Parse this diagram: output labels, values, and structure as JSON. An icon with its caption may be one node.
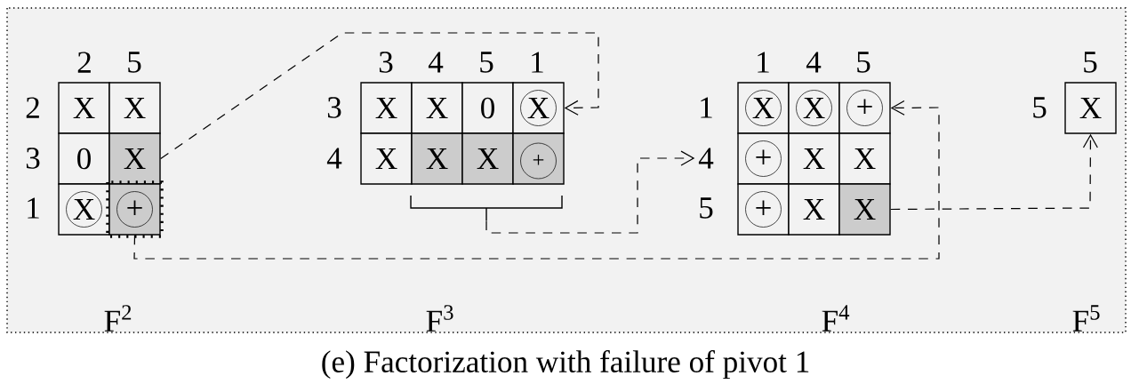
{
  "diagram": {
    "caption": "(e)  Factorization with failure of pivot 1",
    "nodes": [
      {
        "text": [
          "X"
        ]
      },
      {
        "text": [
          "X"
        ]
      },
      {
        "text": [
          "0"
        ]
      },
      {
        "text": [
          "X"
        ]
      },
      {
        "text": [],
        "shape": "box"
      },
      {
        "text": [
          "X"
        ],
        "in": 4
      },
      {
        "text": [],
        "shape": "box"
      },
      {
        "text": [
          "+"
        ],
        "in": 6
      },
      {
        "text": [
          "X"
        ]
      },
      {
        "text": [
          "X"
        ]
      },
      {
        "text": [
          "0"
        ]
      },
      {
        "text": [],
        "shape": "box"
      },
      {
        "text": [
          "X"
        ],
        "in": 11
      },
      {
        "text": [
          "X"
        ]
      },
      {
        "text": [
          "X"
        ]
      },
      {
        "text": [
          "X"
        ]
      },
      {
        "text": [],
        "shape": "box"
      },
      {
        "text": [
          "+"
        ],
        "in": 16
      },
      {
        "text": [],
        "shape": "bracket"
      },
      {
        "text": [
          "4"
        ]
      },
      {
        "text": [],
        "shape": "box"
      },
      {
        "text": [
          "X"
        ],
        "in": 20
      },
      {
        "text": [],
        "shape": "box"
      },
      {
        "text": [
          "X"
        ],
        "in": 22
      },
      {
        "text": [],
        "shape": "box"
      },
      {
        "text": [
          "+"
        ],
        "in": 24
      },
      {
        "text": [],
        "shape": "box"
      },
      {
        "text": [
          "+"
        ],
        "in": 26
      },
      {
        "text": [
          "X"
        ]
      },
      {
        "text": [
          "X"
        ]
      },
      {
        "text": [],
        "shape": "box"
      },
      {
        "text": [
          "+"
        ],
        "in": 30
      },
      {
        "text": [
          "X"
        ]
      },
      {
        "text": [
          "X"
        ]
      },
      {
        "text": [
          "X"
        ]
      }
    ],
    "edges": [
      {
        "from": 3,
        "to": 11,
        "arrow": "to",
        "style": "dashed"
      },
      {
        "from": 6,
        "to": 24,
        "arrow": "to",
        "style": "dashed"
      },
      {
        "from": 18,
        "to": 19,
        "arrow": "to",
        "style": "dashed"
      },
      {
        "from": 33,
        "to": 34,
        "arrow": "to",
        "style": "dashed"
      }
    ],
    "labels": [
      "2",
      "5",
      "3",
      "4",
      "5",
      "1",
      "1",
      "4",
      "5",
      "5",
      "2",
      "3",
      "1",
      "3",
      "4",
      "1",
      "5",
      "5",
      "F$^{2}$",
      "F$^{3}$",
      "F$^{4}$",
      "F$^{5}$"
    ]
  }
}
